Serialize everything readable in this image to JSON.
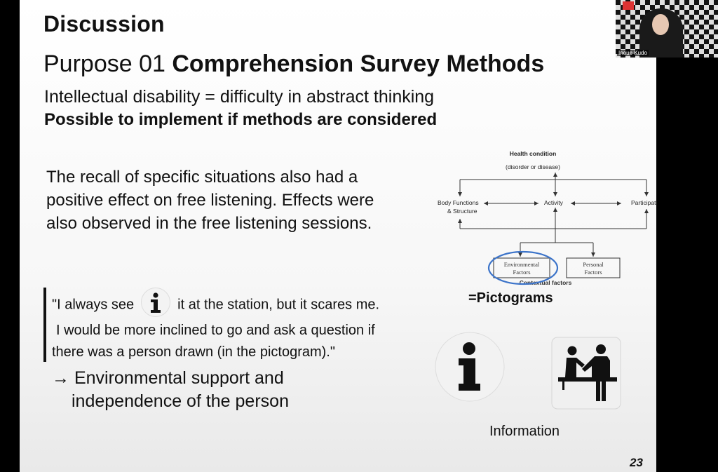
{
  "slide": {
    "title": "Discussion",
    "purpose_prefix": "Purpose 01 ",
    "purpose_bold": "Comprehension Survey Methods",
    "line1": "Intellectual disability = difficulty in abstract thinking",
    "line2": "Possible to implement if methods are considered",
    "paragraph_lines": [
      "The recall of specific situations also had a",
      "positive effect on free listening. Effects were",
      "also observed in the free listening sessions."
    ],
    "quote": {
      "part1": "\"I always see",
      "part2": "it at the station, but it scares me.",
      "line2": "I would be more inclined to go and ask a question  if",
      "line3": "there was a person drawn (in the pictogram).\""
    },
    "conclusion_lines": [
      "→ Environmental support and",
      "independence of the person"
    ],
    "pictograms_label": "=Pictograms",
    "information_label": "Information",
    "page_number": "23"
  },
  "diagram": {
    "health_condition": "Health condition",
    "health_condition_sub": "(disorder or disease)",
    "body_functions": "Body Functions",
    "body_structure": "& Structure",
    "activity": "Activity",
    "participation": "Participation",
    "environmental": "Environmental",
    "environmental_2": "Factors",
    "personal": "Personal",
    "personal_2": "Factors",
    "contextual": "Contextual factors",
    "highlight_color": "#3b73c9"
  },
  "video": {
    "name": "Inoue Kudo"
  }
}
